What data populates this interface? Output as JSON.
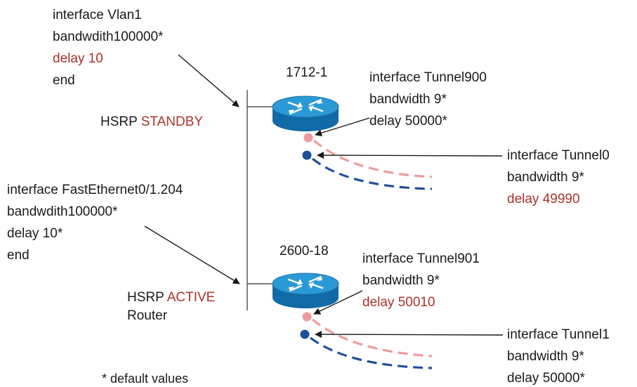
{
  "routers": {
    "top": {
      "name": "1712-1"
    },
    "bottom": {
      "name": "2600-18"
    }
  },
  "hsrp": {
    "standby": {
      "prefix": "HSRP",
      "state": "STANDBY"
    },
    "active": {
      "prefix": "HSRP",
      "state": "ACTIVE",
      "suffix": "Router"
    }
  },
  "configs": {
    "vlan1": {
      "line1": "interface Vlan1",
      "line2": "bandwdith100000*",
      "line3": "delay 10",
      "line4": "end"
    },
    "fastethernet": {
      "line1": "interface FastEthernet0/1.204",
      "line2": "bandwdith100000*",
      "line3": "delay 10*",
      "line4": "end"
    },
    "tunnel900": {
      "line1": "interface Tunnel900",
      "line2": "bandwidth 9*",
      "line3": "delay 50000*"
    },
    "tunnel0": {
      "line1": "interface Tunnel0",
      "line2": "bandwidth 9*",
      "line3": "delay 49990"
    },
    "tunnel901": {
      "line1": "interface Tunnel901",
      "line2": "bandwidth 9*",
      "line3": "delay 50010"
    },
    "tunnel1": {
      "line1": "interface Tunnel1",
      "line2": "bandwidth 9*",
      "line3": "delay 50000*"
    }
  },
  "footnote": "* default values",
  "colors": {
    "text": "#1a1a1a",
    "highlight": "#a9332a",
    "router_body": "#1479b8",
    "router_top": "#2a9ad6",
    "tunnel_pink": "#ef9a9a",
    "tunnel_blue": "#1f4f9c"
  },
  "icons": {
    "router": "router-icon"
  }
}
